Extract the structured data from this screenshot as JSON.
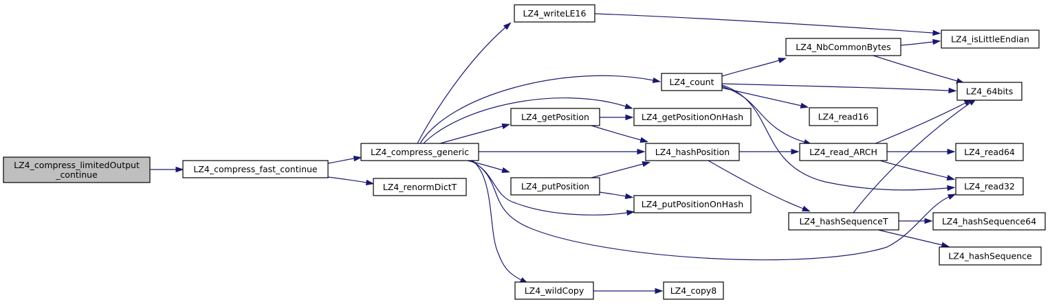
{
  "title": "Call graph of LZ4_compress_limitedOutput_continue",
  "colors": {
    "edge": "#191970",
    "node_border": "#000000",
    "node_fill": "#ffffff",
    "root_fill": "#bfbfbf"
  },
  "nodes": [
    {
      "id": "limitedOutput_continue",
      "lines": [
        "LZ4_compress_limitedOutput",
        "_continue"
      ],
      "root": true
    },
    {
      "id": "compress_fast_continue",
      "lines": [
        "LZ4_compress_fast_continue"
      ]
    },
    {
      "id": "compress_generic",
      "lines": [
        "LZ4_compress_generic"
      ]
    },
    {
      "id": "renormDictT",
      "lines": [
        "LZ4_renormDictT"
      ]
    },
    {
      "id": "writeLE16",
      "lines": [
        "LZ4_writeLE16"
      ]
    },
    {
      "id": "count",
      "lines": [
        "LZ4_count"
      ]
    },
    {
      "id": "getPosition",
      "lines": [
        "LZ4_getPosition"
      ]
    },
    {
      "id": "getPositionOnHash",
      "lines": [
        "LZ4_getPositionOnHash"
      ]
    },
    {
      "id": "hashPosition",
      "lines": [
        "LZ4_hashPosition"
      ]
    },
    {
      "id": "putPosition",
      "lines": [
        "LZ4_putPosition"
      ]
    },
    {
      "id": "putPositionOnHash",
      "lines": [
        "LZ4_putPositionOnHash"
      ]
    },
    {
      "id": "wildCopy",
      "lines": [
        "LZ4_wildCopy"
      ]
    },
    {
      "id": "copy8",
      "lines": [
        "LZ4_copy8"
      ]
    },
    {
      "id": "NbCommonBytes",
      "lines": [
        "LZ4_NbCommonBytes"
      ]
    },
    {
      "id": "isLittleEndian",
      "lines": [
        "LZ4_isLittleEndian"
      ]
    },
    {
      "id": "64bits",
      "lines": [
        "LZ4_64bits"
      ]
    },
    {
      "id": "read16",
      "lines": [
        "LZ4_read16"
      ]
    },
    {
      "id": "read_ARCH",
      "lines": [
        "LZ4_read_ARCH"
      ]
    },
    {
      "id": "read64",
      "lines": [
        "LZ4_read64"
      ]
    },
    {
      "id": "read32",
      "lines": [
        "LZ4_read32"
      ]
    },
    {
      "id": "hashSequenceT",
      "lines": [
        "LZ4_hashSequenceT"
      ]
    },
    {
      "id": "hashSequence64",
      "lines": [
        "LZ4_hashSequence64"
      ]
    },
    {
      "id": "hashSequence",
      "lines": [
        "LZ4_hashSequence"
      ]
    }
  ],
  "edges": [
    {
      "from": "limitedOutput_continue",
      "to": "compress_fast_continue"
    },
    {
      "from": "compress_fast_continue",
      "to": "compress_generic"
    },
    {
      "from": "compress_fast_continue",
      "to": "renormDictT"
    },
    {
      "from": "compress_generic",
      "to": "writeLE16"
    },
    {
      "from": "compress_generic",
      "to": "count"
    },
    {
      "from": "compress_generic",
      "to": "getPositionOnHash"
    },
    {
      "from": "compress_generic",
      "to": "getPosition"
    },
    {
      "from": "compress_generic",
      "to": "hashPosition"
    },
    {
      "from": "compress_generic",
      "to": "putPosition"
    },
    {
      "from": "compress_generic",
      "to": "putPositionOnHash"
    },
    {
      "from": "compress_generic",
      "to": "read32"
    },
    {
      "from": "compress_generic",
      "to": "wildCopy"
    },
    {
      "from": "writeLE16",
      "to": "isLittleEndian"
    },
    {
      "from": "count",
      "to": "NbCommonBytes"
    },
    {
      "from": "count",
      "to": "64bits"
    },
    {
      "from": "count",
      "to": "read16"
    },
    {
      "from": "count",
      "to": "read_ARCH"
    },
    {
      "from": "count",
      "to": "read32"
    },
    {
      "from": "getPosition",
      "to": "getPositionOnHash"
    },
    {
      "from": "getPosition",
      "to": "hashPosition"
    },
    {
      "from": "putPosition",
      "to": "hashPosition"
    },
    {
      "from": "putPosition",
      "to": "putPositionOnHash"
    },
    {
      "from": "hashPosition",
      "to": "read_ARCH"
    },
    {
      "from": "hashPosition",
      "to": "hashSequenceT"
    },
    {
      "from": "wildCopy",
      "to": "copy8"
    },
    {
      "from": "NbCommonBytes",
      "to": "isLittleEndian"
    },
    {
      "from": "NbCommonBytes",
      "to": "64bits"
    },
    {
      "from": "read_ARCH",
      "to": "64bits"
    },
    {
      "from": "read_ARCH",
      "to": "read64"
    },
    {
      "from": "read_ARCH",
      "to": "read32"
    },
    {
      "from": "hashSequenceT",
      "to": "64bits"
    },
    {
      "from": "hashSequenceT",
      "to": "hashSequence64"
    },
    {
      "from": "hashSequenceT",
      "to": "hashSequence"
    }
  ]
}
